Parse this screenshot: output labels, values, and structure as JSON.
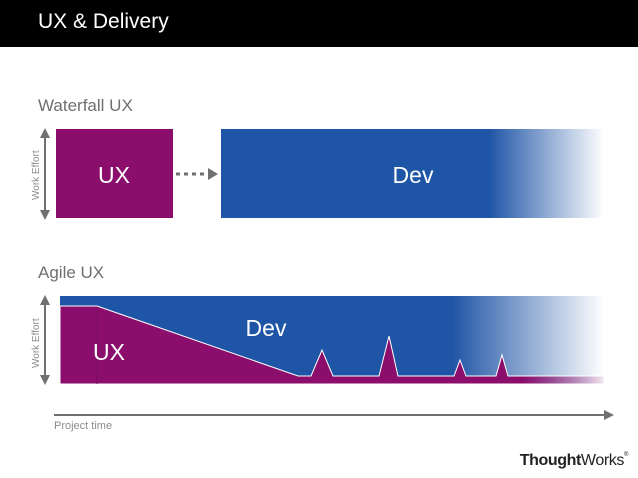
{
  "slide": {
    "title": "UX & Delivery"
  },
  "waterfall": {
    "label": "Waterfall UX",
    "axis_label": "Work Effort",
    "ux_label": "UX",
    "dev_label": "Dev"
  },
  "agile": {
    "label": "Agile UX",
    "axis_label": "Work Effort",
    "ux_label": "UX",
    "dev_label": "Dev"
  },
  "timeline": {
    "label": "Project time"
  },
  "logo": {
    "bold_part": "Thought",
    "regular_part": "Works",
    "mark": "®"
  },
  "colors": {
    "ux": "#8b0e6d",
    "dev": "#1f55a6",
    "header": "#000000",
    "arrow": "#707070"
  }
}
